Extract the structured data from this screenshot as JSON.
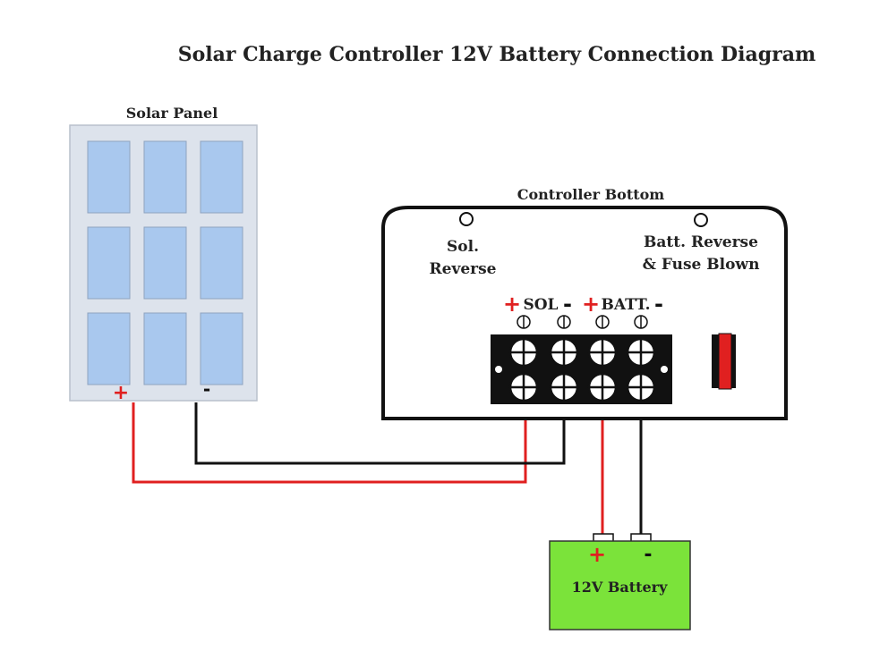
{
  "title": "Solar Charge Controller 12V Battery Connection Diagram",
  "solar_panel": {
    "label": "Solar Panel",
    "plus": "+",
    "minus": "-"
  },
  "controller": {
    "label": "Controller Bottom",
    "led_left_line1": "Sol.",
    "led_left_line2": "Reverse",
    "led_right_line1": "Batt. Reverse",
    "led_right_line2": "& Fuse Blown",
    "sol_plus": "+",
    "sol_label": "SOL",
    "sol_minus": "-",
    "batt_plus": "+",
    "batt_label": "BATT.",
    "batt_minus": "-"
  },
  "battery": {
    "label": "12V Battery",
    "plus": "+",
    "minus": "-"
  },
  "colors": {
    "positive_wire": "#e02020",
    "negative_wire": "#111111",
    "panel_frame": "#dde3ec",
    "panel_cell": "#a9c8ee",
    "battery_fill": "#7be33a"
  }
}
